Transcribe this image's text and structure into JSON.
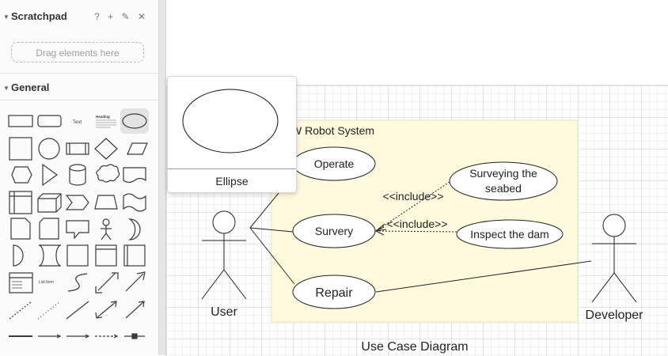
{
  "sidebar": {
    "scratchpad": {
      "title": "Scratchpad",
      "icons": [
        "help-icon",
        "add-icon",
        "edit-icon",
        "close-icon"
      ],
      "icon_glyphs": [
        "?",
        "+",
        "✎",
        "✕"
      ],
      "drag_hint": "Drag elements here"
    },
    "general": {
      "title": "General",
      "text_shape_label": "Text",
      "heading_shape_label": "Heading",
      "list_item_label": "List Item"
    }
  },
  "tooltip": {
    "shape_name": "Ellipse"
  },
  "diagram": {
    "system_label": "W Robot System",
    "use_cases": {
      "operate": "Operate",
      "survery": "Survery",
      "repair": "Repair",
      "surveying_line1": "Surveying the",
      "surveying_line2": "seabed",
      "inspect": "Inspect the dam"
    },
    "include_label_1": "<<include>>",
    "include_label_2": "<<include>>",
    "actors": {
      "user": "User",
      "developer": "Developer"
    },
    "caption": "Use Case Diagram"
  },
  "colors": {
    "system_fill": "#fff9dd",
    "system_border": "#e9e2b8",
    "selected_cell": "#e3e3e3"
  }
}
